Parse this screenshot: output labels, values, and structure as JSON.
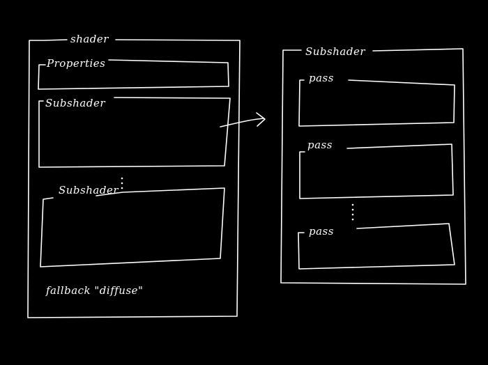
{
  "diagram": {
    "shader": {
      "title": "shader",
      "properties_label": "Properties",
      "subshader_1_label": "Subshader",
      "subshader_2_label": "Subshader",
      "fallback_label": "fallback \"diffuse\""
    },
    "subshader_detail": {
      "title": "Subshader",
      "pass_1_label": "pass",
      "pass_2_label": "pass",
      "pass_3_label": "pass"
    },
    "ellipsis": "⋮",
    "stroke_color": "#ffffff",
    "background_color": "#000000"
  }
}
